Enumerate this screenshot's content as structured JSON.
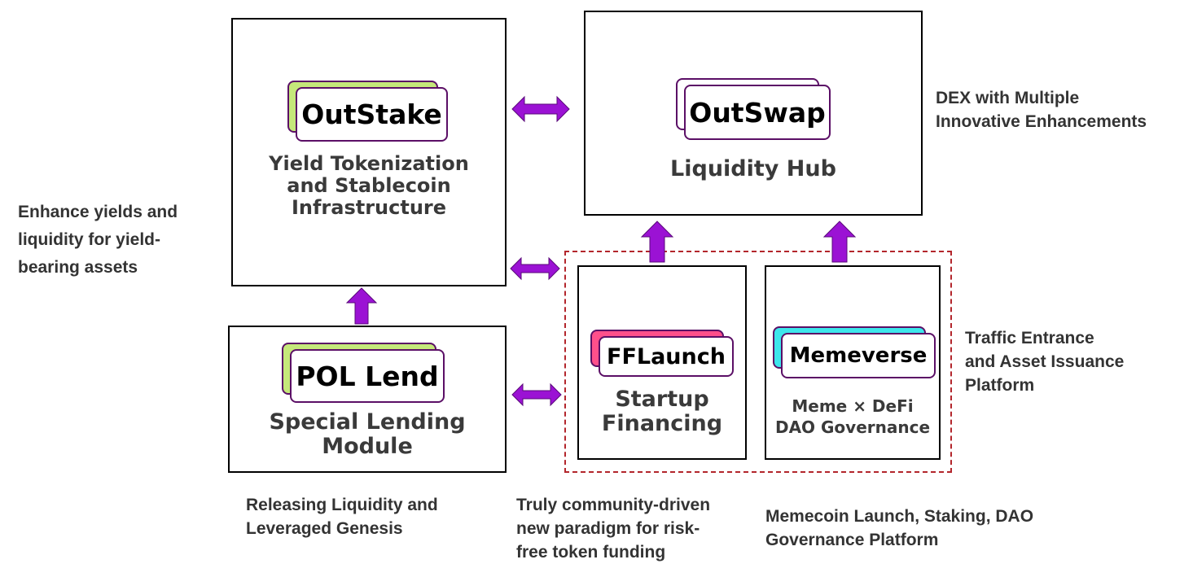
{
  "colors": {
    "arrow": "#9b12d4",
    "dashed_border": "#b3262c",
    "badge_border": "#5b0f66",
    "outstake_accent": "#c5e87a",
    "pollend_accent": "#c5e87a",
    "outswap_accent": "#ffffff",
    "fflaunch_accent": "#ff4f8b",
    "memeverse_accent": "#3de6ec"
  },
  "nodes": {
    "outstake": {
      "badge": "OutStake",
      "lines": [
        "Yield Tokenization",
        "and Stablecoin",
        "Infrastructure"
      ]
    },
    "outswap": {
      "badge": "OutSwap",
      "lines": [
        "Liquidity Hub"
      ]
    },
    "pollend": {
      "badge": "POL Lend",
      "lines": [
        "Special Lending",
        "Module"
      ]
    },
    "fflaunch": {
      "badge": "FFLaunch",
      "lines": [
        "Startup",
        "Financing"
      ]
    },
    "memeverse": {
      "badge": "Memeverse",
      "lines": [
        "Meme × DeFi",
        "DAO Governance"
      ]
    }
  },
  "notes": {
    "left": [
      "Enhance yields and",
      "liquidity for yield-",
      "bearing assets"
    ],
    "outswap": [
      "DEX with Multiple",
      "Innovative Enhancements"
    ],
    "traffic": [
      "Traffic Entrance",
      "and Asset Issuance",
      "Platform"
    ],
    "pollend": [
      "Releasing Liquidity and",
      "Leveraged Genesis"
    ],
    "fflaunch": [
      "Truly community-driven",
      "new paradigm for risk-",
      "free token funding"
    ],
    "memeverse": [
      "Memecoin Launch, Staking, DAO",
      "Governance Platform"
    ]
  }
}
